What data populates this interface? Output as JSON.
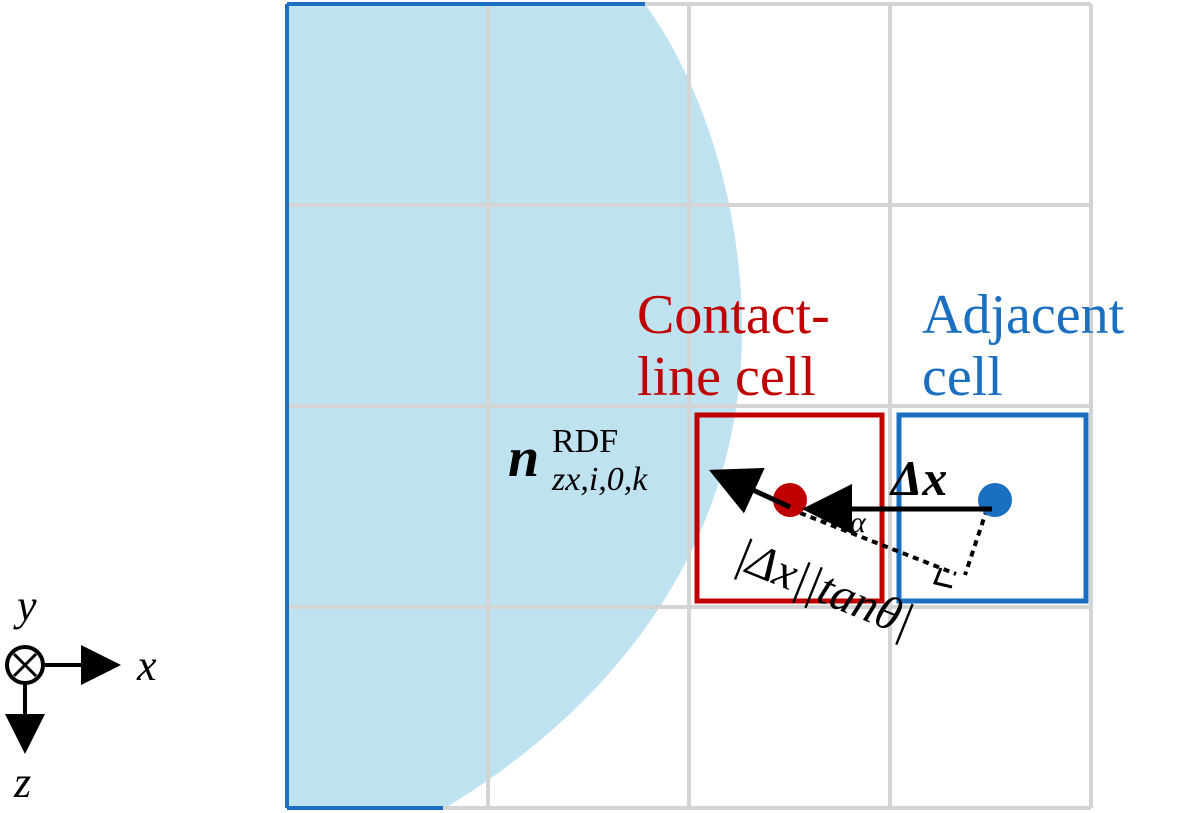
{
  "labels": {
    "contact_line_cell": [
      "Contact-",
      "line cell"
    ],
    "adjacent_cell": [
      "Adjacent",
      "cell"
    ],
    "normal_main": "n",
    "normal_sup": "RDF",
    "normal_sub": "zx,i,0,k",
    "delta_x": "Δx",
    "alpha": "α",
    "length_label": "|Δx||tanθ|"
  },
  "axes": {
    "x": "x",
    "y": "y",
    "z": "z"
  },
  "colors": {
    "droplet_fill": "#bfe2f0",
    "wall_blue": "#1a6fc0",
    "grid_gray": "#d4d4d4",
    "contact_red": "#c00000",
    "adjacent_blue": "#1a6fc0",
    "arrow_black": "#000000"
  }
}
